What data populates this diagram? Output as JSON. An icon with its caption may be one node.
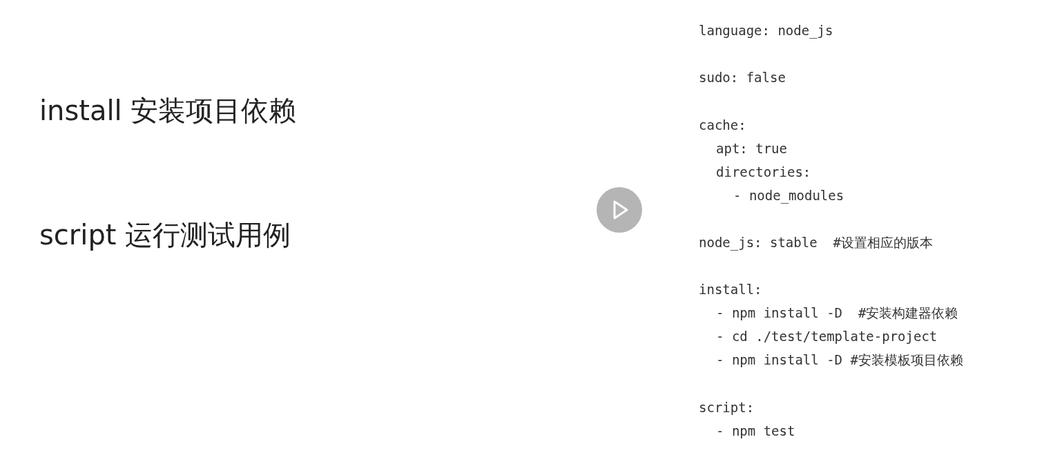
{
  "diagram": {
    "labels": [
      "install 安装项目依赖",
      "script 运行测试用例",
      "language: node_js",
      "sudo: false",
      "cache:",
      "apt: true",
      "directories:",
      "- node_modules",
      "node_js: stable  #设置相应的版本",
      "install:",
      "- npm install -D  #安装构建器依赖",
      "- cd ./test/template-project",
      "- npm install -D #安装模板项目依赖",
      "script:",
      "- npm test"
    ]
  }
}
